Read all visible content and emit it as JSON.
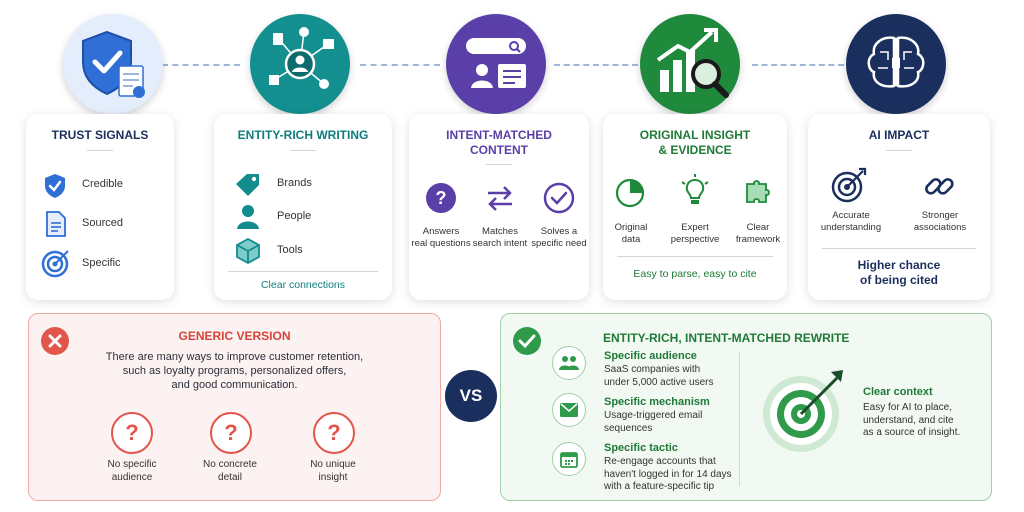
{
  "colors": {
    "trust": "#2f6fd6",
    "entity": "#128c8c",
    "intent": "#5b3fa8",
    "insight": "#1f8a3c",
    "ai": "#1b2f5e",
    "bad": "#e2554a",
    "good": "#2e9a4a"
  },
  "cards": {
    "trust": {
      "title": "TRUST SIGNALS",
      "items": [
        {
          "label": "Credible",
          "icon": "shield-check-icon"
        },
        {
          "label": "Sourced",
          "icon": "document-icon"
        },
        {
          "label": "Specific",
          "icon": "target-icon"
        }
      ]
    },
    "entity": {
      "title": "ENTITY-RICH WRITING",
      "items": [
        {
          "label": "Brands",
          "icon": "tag-icon"
        },
        {
          "label": "People",
          "icon": "person-icon"
        },
        {
          "label": "Tools",
          "icon": "cube-icon"
        }
      ],
      "footer": "Clear connections"
    },
    "intent": {
      "title_line1": "INTENT-MATCHED",
      "title_line2": "CONTENT",
      "items": [
        {
          "line1": "Answers",
          "line2": "real questions",
          "icon": "question-icon"
        },
        {
          "line1": "Matches",
          "line2": "search intent",
          "icon": "arrows-icon"
        },
        {
          "line1": "Solves a",
          "line2": "specific need",
          "icon": "check-circle-icon"
        }
      ]
    },
    "insight": {
      "title_line1": "ORIGINAL INSIGHT",
      "title_line2": "& EVIDENCE",
      "items": [
        {
          "line1": "Original",
          "line2": "data",
          "icon": "pie-chart-icon"
        },
        {
          "line1": "Expert",
          "line2": "perspective",
          "icon": "lightbulb-icon"
        },
        {
          "line1": "Clear",
          "line2": "framework",
          "icon": "puzzle-icon"
        }
      ],
      "footer": "Easy to parse, easy to cite"
    },
    "ai": {
      "title": "AI IMPACT",
      "items": [
        {
          "line1": "Accurate",
          "line2": "understanding",
          "icon": "target-arrow-icon"
        },
        {
          "line1": "Stronger",
          "line2": "associations",
          "icon": "link-icon"
        }
      ],
      "footer_line1": "Higher chance",
      "footer_line2": "of being cited"
    }
  },
  "generic": {
    "title": "GENERIC VERSION",
    "text_line1": "There are many ways to improve customer retention,",
    "text_line2": "such as loyalty programs, personalized offers,",
    "text_line3": "and good communication.",
    "items": [
      {
        "line1": "No specific",
        "line2": "audience"
      },
      {
        "line1": "No concrete",
        "line2": "detail"
      },
      {
        "line1": "No unique",
        "line2": "insight"
      }
    ]
  },
  "vs": "VS",
  "rewrite": {
    "title": "ENTITY-RICH, INTENT-MATCHED REWRITE",
    "items": [
      {
        "head": "Specific audience",
        "line1": "SaaS companies with",
        "line2": "under 5,000 active users",
        "line3": "",
        "icon": "users-icon"
      },
      {
        "head": "Specific mechanism",
        "line1": "Usage-triggered email",
        "line2": "sequences",
        "line3": "",
        "icon": "envelope-icon"
      },
      {
        "head": "Specific tactic",
        "line1": "Re-engage accounts that",
        "line2": "haven't logged in for 14 days",
        "line3": "with a feature-specific tip",
        "icon": "calendar-icon"
      }
    ],
    "context_head": "Clear context",
    "context_line1": "Easy for AI to place,",
    "context_line2": "understand, and cite",
    "context_line3": "as a source of insight."
  }
}
